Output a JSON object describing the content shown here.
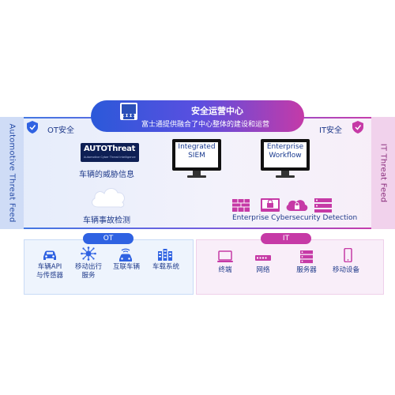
{
  "soc": {
    "title": "安全运营中心",
    "subtitle": "富士通提供融合了中心整体的建设和运营"
  },
  "left_feed_label": "Automotive Threat Feed",
  "right_feed_label": "IT Threat Feed",
  "ot_security_label": "OT安全",
  "it_security_label": "IT安全",
  "autothreat": {
    "logo_text": "AUTOThreat",
    "logo_sub": "Automotive Cyber Threat Intelligence",
    "label": "车辆的威胁信息"
  },
  "siem": {
    "line1": "Integrated",
    "line2": "SIEM"
  },
  "workflow": {
    "line1": "Enterprise",
    "line2": "Workflow"
  },
  "vehicle_detection_label": "车辆事故检测",
  "enterprise_detection_label": "Enterprise Cybersecurity Detection",
  "ot_panel": {
    "tag": "OT",
    "items": [
      {
        "line1": "车辆API",
        "line2": "与传感器",
        "icon": "car-icon"
      },
      {
        "line1": "移动出行",
        "line2": "服务",
        "icon": "network-hub-icon"
      },
      {
        "line1": "互联车辆",
        "line2": "",
        "icon": "connected-car-icon"
      },
      {
        "line1": "车载系统",
        "line2": "",
        "icon": "onboard-system-icon"
      }
    ]
  },
  "it_panel": {
    "tag": "IT",
    "items": [
      {
        "line1": "终端",
        "icon": "laptop-icon"
      },
      {
        "line1": "网络",
        "icon": "network-switch-icon"
      },
      {
        "line1": "服务器",
        "icon": "server-icon"
      },
      {
        "line1": "移动设备",
        "icon": "mobile-phone-icon"
      }
    ]
  },
  "colors": {
    "ot_blue": "#2f62e2",
    "it_magenta": "#c63aa6",
    "text_navy": "#1f3a8a"
  }
}
